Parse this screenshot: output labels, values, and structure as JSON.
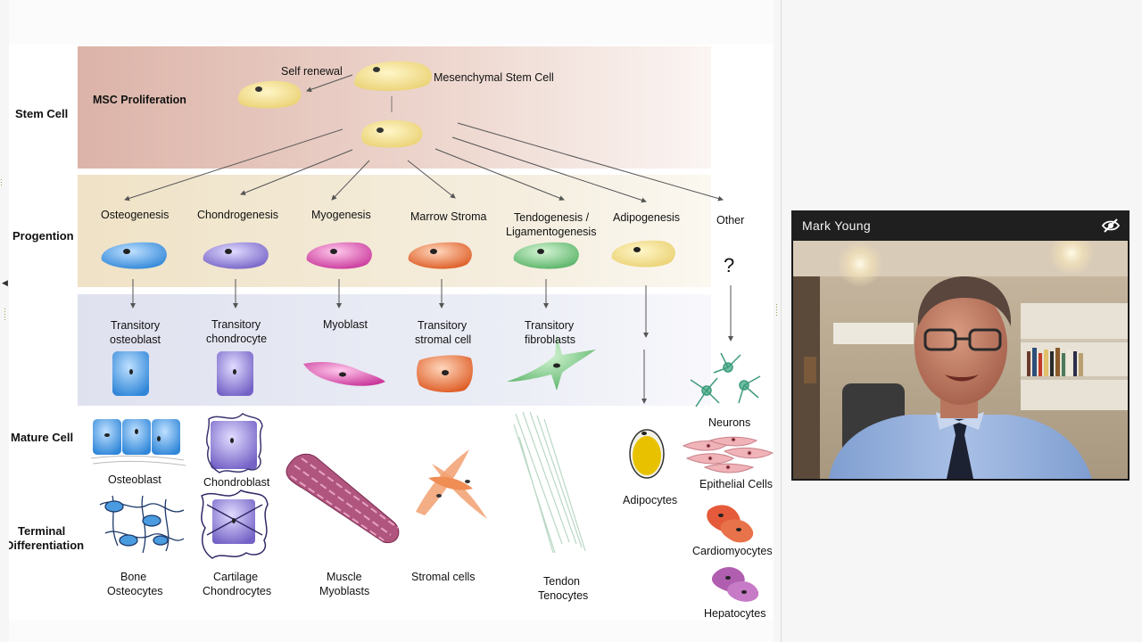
{
  "rows": {
    "stem_cell": "Stem Cell",
    "progenitor": "Progention",
    "mature_cell": "Mature Cell",
    "terminal_line1": "Terminal",
    "terminal_line2": "Differentiation"
  },
  "top": {
    "msc_proliferation": "MSC Proliferation",
    "self_renewal": "Self renewal",
    "mesenchymal_stem_cell": "Mesenchymal Stem Cell"
  },
  "lineages": {
    "osteogenesis": "Osteogenesis",
    "chondrogenesis": "Chondrogenesis",
    "myogenesis": "Myogenesis",
    "marrow_stroma": "Marrow Stroma",
    "tendogenesis_line1": "Tendogenesis /",
    "tendogenesis_line2": "Ligamentogenesis",
    "adipogenesis": "Adipogenesis",
    "other": "Other",
    "question": "?"
  },
  "transitory": {
    "osteoblast_line1": "Transitory",
    "osteoblast_line2": "osteoblast",
    "chondrocyte_line1": "Transitory",
    "chondrocyte_line2": "chondrocyte",
    "myoblast": "Myoblast",
    "stromal_line1": "Transitory",
    "stromal_line2": "stromal cell",
    "fibroblasts_line1": "Transitory",
    "fibroblasts_line2": "fibroblasts"
  },
  "mature": {
    "osteoblast": "Osteoblast",
    "chondroblast": "Chondroblast",
    "neurons": "Neurons",
    "adipocytes": "Adipocytes",
    "epithelial": "Epithelial Cells"
  },
  "terminal": {
    "bone_line1": "Bone",
    "bone_line2": "Osteocytes",
    "cartilage_line1": "Cartilage",
    "cartilage_line2": "Chondrocytes",
    "muscle_line1": "Muscle",
    "muscle_line2": "Myoblasts",
    "stromal": "Stromal cells",
    "tendon_line1": "Tendon",
    "tendon_line2": "Tenocytes",
    "cardiomyocytes": "Cardiomyocytes",
    "hepatocytes": "Hepatocytes"
  },
  "video": {
    "participant_name": "Mark Young",
    "hide_icon": "eye-slash-icon"
  },
  "colors": {
    "stem_band": "#e6c2b8",
    "progenitor_band": "#f1e7d2",
    "transitory_band": "#e4e6f1",
    "msc_yellow": "#f3dd8a",
    "osteo_blue": "#4a9be0",
    "chondro_purple": "#8d7fd0",
    "myo_pink": "#d44aa8",
    "stroma_orange": "#e56a33",
    "tendo_green": "#6cc07a",
    "adipo_yellow": "#e9c700"
  }
}
